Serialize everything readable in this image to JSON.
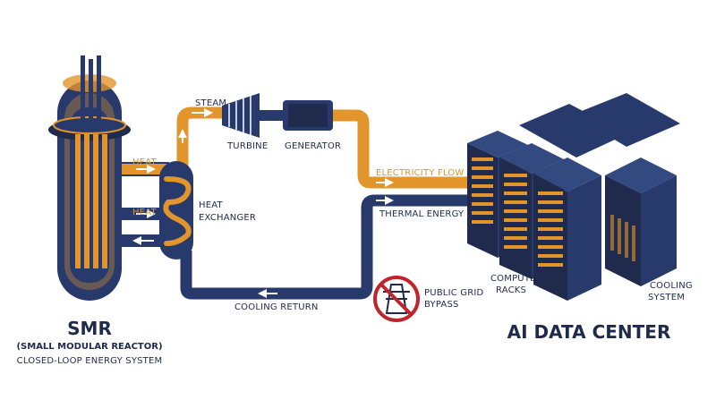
{
  "colors": {
    "navy": "#283a6b",
    "navy_dark": "#1f2a4d",
    "orange": "#e2952a",
    "red": "#c0252c",
    "white": "#ffffff"
  },
  "labels": {
    "steam": "STEAM",
    "turbine": "TURBINE",
    "generator": "GENERATOR",
    "heat_upper": "HEAT",
    "heat_lower": "HEAT",
    "heat_exchanger_line1": "HEAT",
    "heat_exchanger_line2": "EXCHANGER",
    "electricity_flow": "ELECTRICITY FLOW",
    "thermal_energy": "THERMAL ENERGY",
    "cooling_return": "COOLING RETURN",
    "public_grid_line1": "PUBLIC GRID",
    "public_grid_line2": "BYPASS",
    "compute_racks_line1": "COMPUTE",
    "compute_racks_line2": "RACKS",
    "cooling_system_line1": "COOLING",
    "cooling_system_line2": "SYSTEM",
    "smr_title": "SMR",
    "smr_subtitle": "(SMALL MODULAR REACTOR)",
    "smr_caption": "CLOSED-LOOP ENERGY SYSTEM",
    "datacenter_title": "AI DATA CENTER"
  },
  "icons": {
    "flow_arrow": "arrow-icon",
    "grid_bypass": "no-power-tower-icon"
  }
}
